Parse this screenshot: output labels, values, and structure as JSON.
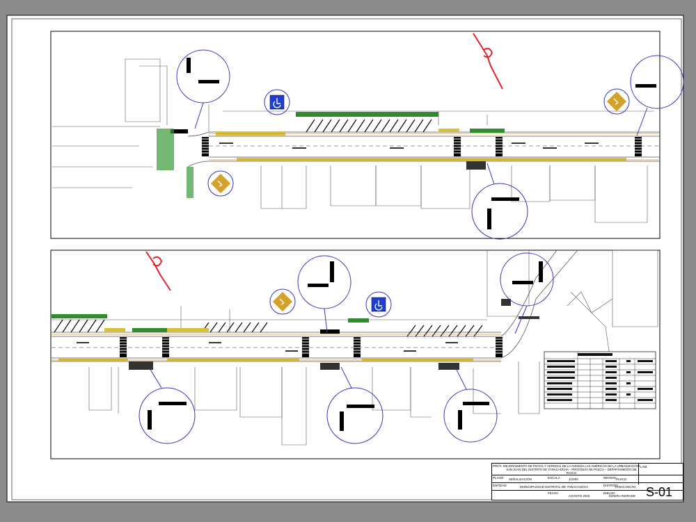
{
  "drawing": {
    "plan_views": [
      "upper-street-plan",
      "lower-street-plan"
    ]
  },
  "title_block": {
    "project_tag": "PROY.",
    "project_line1": "MEJORAMIENTO DE PISTAS Y VEREDAS DE LA AVENIDA LAS AMÉRICAS DE LA URBANIZACIÓN",
    "project_line2": "SAN JUAN DEL DISTRITO DE YANACANCHA – PROVINCIA DE PASCO – DEPARTAMENTO DE PASCO",
    "plan_label": "PLANO",
    "plan_value": "SEÑALIZACIÓN",
    "scale_label": "ESCALA",
    "scale_value": "1/1000",
    "region_label": "REGION",
    "region_value": "PASCO",
    "owner_label": "ENTIDAD",
    "owner_value": "MUNICIPALIDAD DISTRITAL DE YANACANCHA",
    "district_label": "DISTRITO",
    "district_value": "YANACANCHA",
    "date_label": "FECHA",
    "date_value": "AGOSTO 2020",
    "drawn_label": "DIBUJO",
    "drawn_value": "EDWIN ANDRADE",
    "sheet_label": "LAM.",
    "sheet_number": "S-01"
  },
  "legend_table": {
    "rows": 8
  }
}
